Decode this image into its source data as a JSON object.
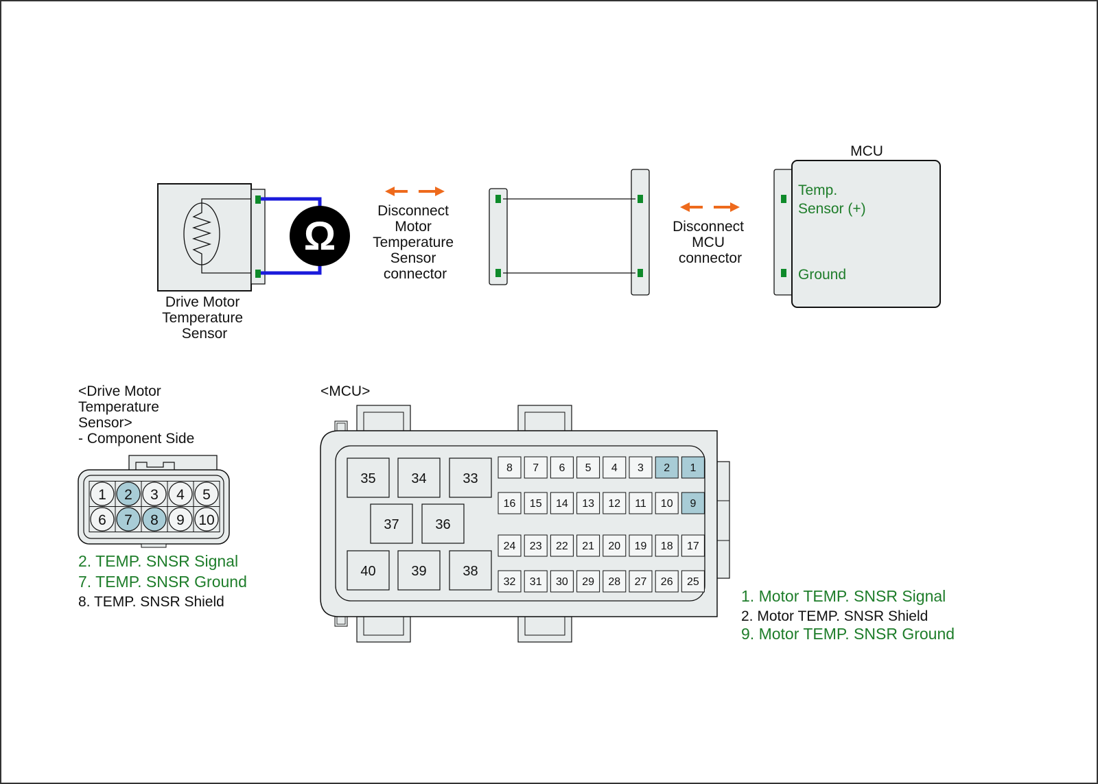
{
  "sensor": {
    "title_lines": [
      "Drive Motor",
      "Temperature",
      "Sensor"
    ]
  },
  "ohmmeter": {
    "symbol": "Ω"
  },
  "disconnect_sensor": {
    "lines": [
      "Disconnect",
      "Motor",
      "Temperature",
      "Sensor",
      "connector"
    ]
  },
  "disconnect_mcu": {
    "lines": [
      "Disconnect",
      "MCU",
      "connector"
    ]
  },
  "mcu_box": {
    "title": "MCU",
    "terminal_top_lines": [
      "Temp.",
      "Sensor (+)"
    ],
    "terminal_bottom": "Ground"
  },
  "sensor_connector": {
    "heading_lines": [
      "<Drive Motor",
      "Temperature",
      "Sensor>",
      "- Component Side"
    ],
    "pins_row1": [
      "1",
      "2",
      "3",
      "4",
      "5"
    ],
    "pins_row2": [
      "6",
      "7",
      "8",
      "9",
      "10"
    ],
    "highlighted_pins": [
      "2",
      "7",
      "8"
    ],
    "legend": [
      {
        "text": "2. TEMP. SNSR Signal",
        "color": "green"
      },
      {
        "text": "7. TEMP. SNSR Ground",
        "color": "green"
      },
      {
        "text": "8. TEMP. SNSR Shield",
        "color": "black"
      }
    ]
  },
  "mcu_connector": {
    "heading": "<MCU>",
    "large_pins": [
      "35",
      "34",
      "33",
      "37",
      "36",
      "40",
      "39",
      "38"
    ],
    "small_rows": [
      [
        "8",
        "7",
        "6",
        "5",
        "4",
        "3",
        "2",
        "1"
      ],
      [
        "16",
        "15",
        "14",
        "13",
        "12",
        "11",
        "10",
        "9"
      ],
      [
        "24",
        "23",
        "22",
        "21",
        "20",
        "19",
        "18",
        "17"
      ],
      [
        "32",
        "31",
        "30",
        "29",
        "28",
        "27",
        "26",
        "25"
      ]
    ],
    "highlighted_pins": [
      "1",
      "2",
      "9"
    ],
    "legend": [
      {
        "text": "1. Motor TEMP. SNSR Signal",
        "color": "green"
      },
      {
        "text": "2. Motor TEMP. SNSR Shield",
        "color": "black"
      },
      {
        "text": "9. Motor TEMP. SNSR Ground",
        "color": "green"
      }
    ]
  },
  "colors": {
    "green": "#1e7d2a",
    "black": "#111111",
    "wire_blue": "#1a1adb",
    "arrow_orange": "#ee6a1c",
    "pin_highlight": "#a8ccd6",
    "box_fill": "#e8ecec",
    "terminal_green": "#0e8a2a"
  }
}
